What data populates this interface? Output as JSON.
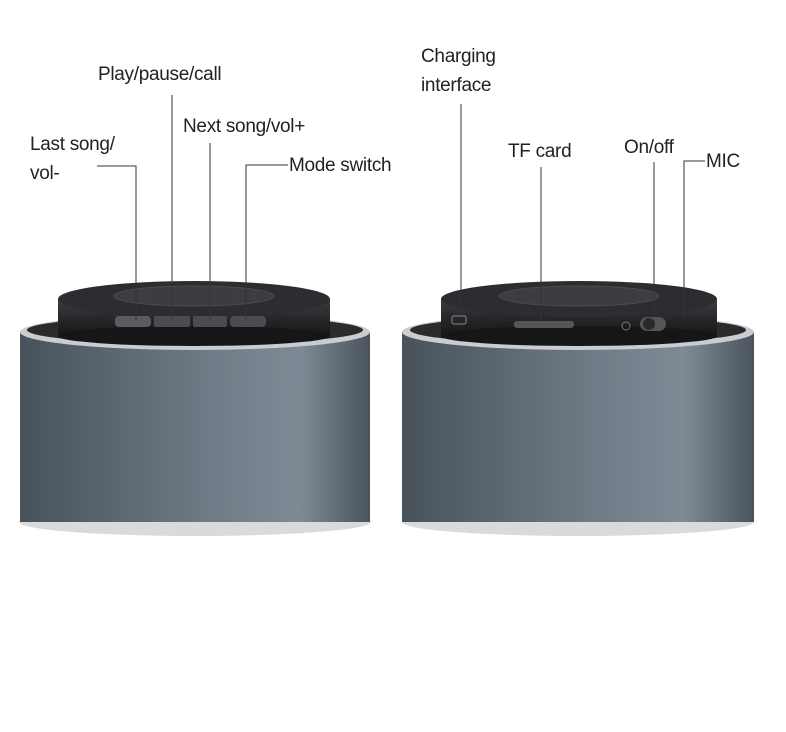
{
  "labels": {
    "last_song": "Last song/",
    "last_song_line2": "vol-",
    "play_pause": "Play/pause/call",
    "next_song": "Next song/vol+",
    "mode_switch": "Mode switch",
    "charging": "Charging",
    "charging_line2": "interface",
    "tf_card": "TF card",
    "on_off": "On/off",
    "mic": "MIC"
  },
  "colors": {
    "body": "#5f6a74",
    "cap": "#1e1f21",
    "text": "#222222"
  }
}
